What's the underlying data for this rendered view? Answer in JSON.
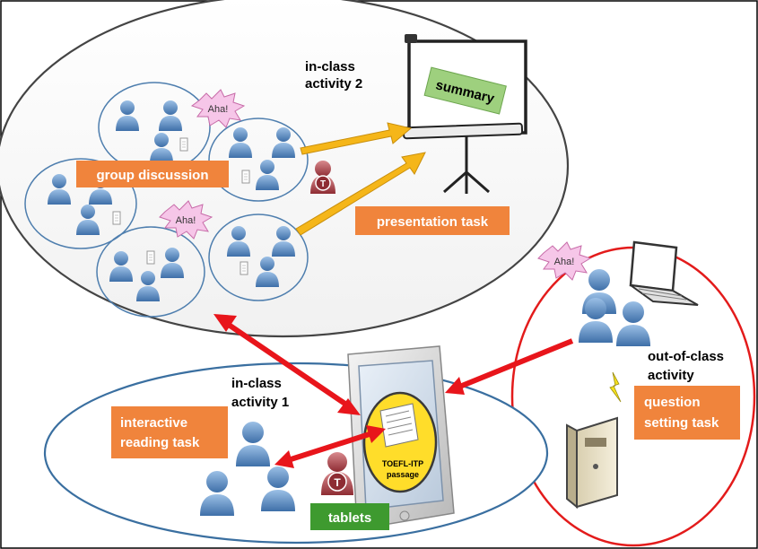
{
  "labels": {
    "in_class_activity_2": [
      "in-class",
      "activity 2"
    ],
    "in_class_activity_1": [
      "in-class",
      "activity 1"
    ],
    "out_of_class_activity": [
      "out-of-class",
      "activity"
    ],
    "group_discussion": "group discussion",
    "presentation_task": "presentation task",
    "interactive_reading_task": [
      "interactive",
      "reading task"
    ],
    "question_setting_task": [
      "question",
      "setting task"
    ],
    "tablets": "tablets",
    "summary": "summary",
    "aha": "Aha!",
    "toefl_passage": [
      "TOEFL-ITP",
      "passage"
    ],
    "teacher_mark": "T"
  },
  "colors": {
    "orange_box": "#F0843C",
    "green_box": "#3E9A2F",
    "summary_box": "#9ED07E",
    "red_arrow": "#E8151B",
    "yellow_arrow": "#F5B619",
    "out_ellipse": "#E31B1B",
    "in1_ellipse": "#3A6FA0",
    "person_blue": "#5E8FC4",
    "aha_burst": "#F6C6E8"
  }
}
